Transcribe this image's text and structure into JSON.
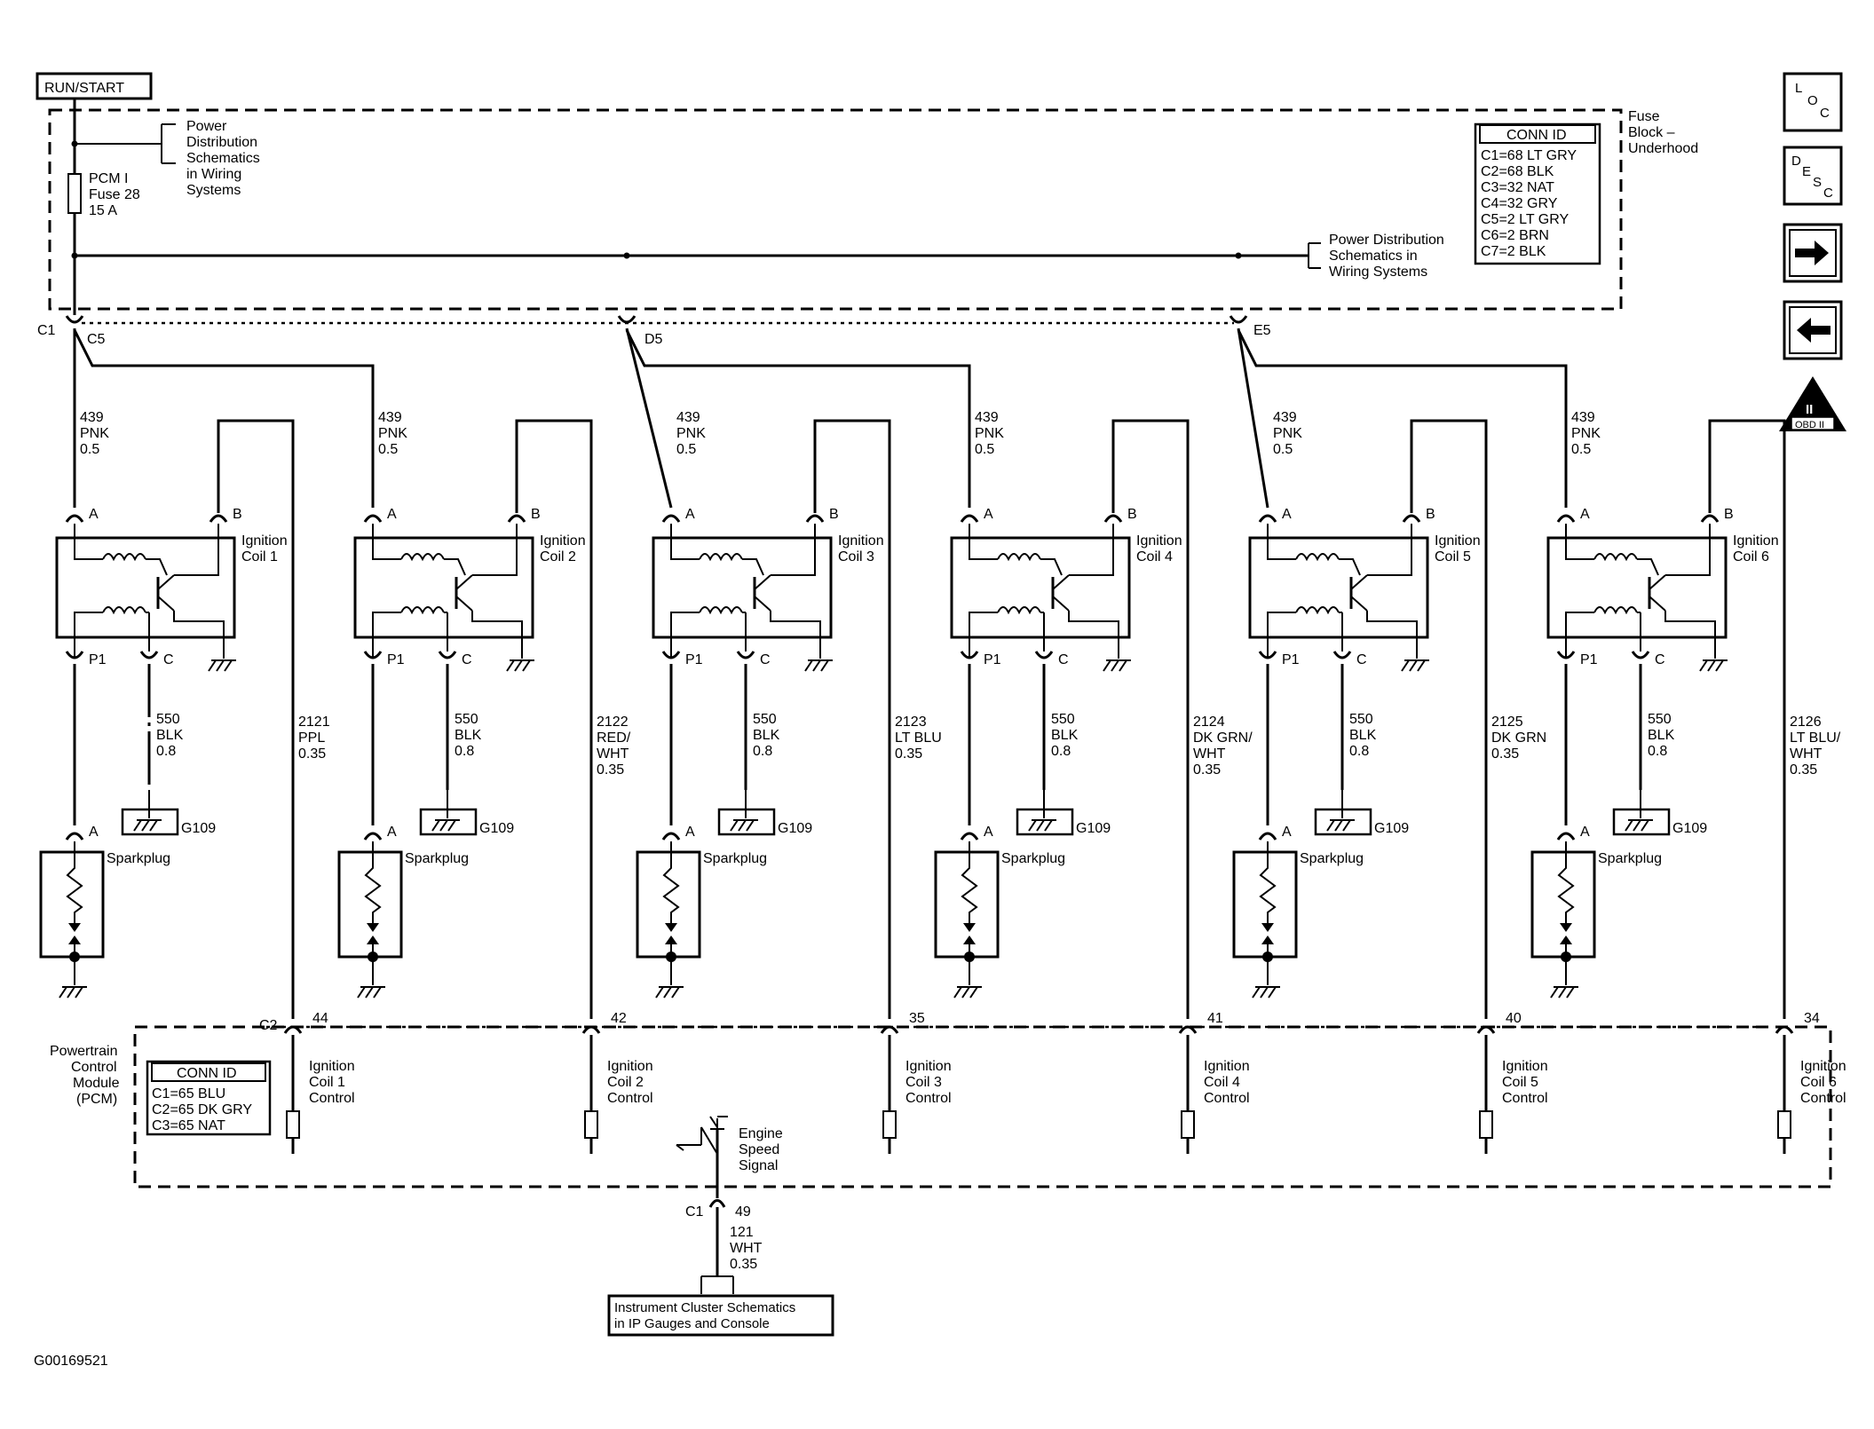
{
  "top": {
    "run_start": "RUN/START",
    "fuse_block_label": [
      "Fuse",
      "Block –",
      "Underhood"
    ],
    "power_dist_top": [
      "Power",
      "Distribution",
      "Schematics",
      "in Wiring",
      "Systems"
    ],
    "power_dist_right": [
      "Power Distribution",
      "Schematics in",
      "Wiring Systems"
    ],
    "fuse_label": [
      "PCM I",
      "Fuse 28",
      "15 A"
    ],
    "conn_id_title": "CONN ID",
    "conn_id_rows": [
      "C1=68 LT GRY",
      "C2=68 BLK",
      "C3=32 NAT",
      "C4=32 GRY",
      "C5=2 LT GRY",
      "C6=2 BRN",
      "C7=2 BLK"
    ],
    "connectors": {
      "c1": "C1",
      "c5": "C5",
      "d5": "D5",
      "e5": "E5"
    }
  },
  "coils": [
    {
      "wire_b": [
        "439",
        "PNK",
        "0.5"
      ],
      "name": [
        "Ignition",
        "Coil 1"
      ],
      "ctrl_wire": [
        "2121",
        "PPL",
        "0.35"
      ],
      "ctrl_pin": "44",
      "ctrl_label": [
        "Ignition",
        "Coil 1",
        "Control"
      ]
    },
    {
      "wire_b": [
        "439",
        "PNK",
        "0.5"
      ],
      "name": [
        "Ignition",
        "Coil 2"
      ],
      "ctrl_wire": [
        "2122",
        "RED/",
        "WHT",
        "0.35"
      ],
      "ctrl_pin": "42",
      "ctrl_label": [
        "Ignition",
        "Coil 2",
        "Control"
      ]
    },
    {
      "wire_b": [
        "439",
        "PNK",
        "0.5"
      ],
      "name": [
        "Ignition",
        "Coil 3"
      ],
      "ctrl_wire": [
        "2123",
        "LT BLU",
        "0.35"
      ],
      "ctrl_pin": "35",
      "ctrl_label": [
        "Ignition",
        "Coil 3",
        "Control"
      ]
    },
    {
      "wire_b": [
        "439",
        "PNK",
        "0.5"
      ],
      "name": [
        "Ignition",
        "Coil 4"
      ],
      "ctrl_wire": [
        "2124",
        "DK GRN/",
        "WHT",
        "0.35"
      ],
      "ctrl_pin": "41",
      "ctrl_label": [
        "Ignition",
        "Coil 4",
        "Control"
      ]
    },
    {
      "wire_b": [
        "439",
        "PNK",
        "0.5"
      ],
      "name": [
        "Ignition",
        "Coil 5"
      ],
      "ctrl_wire": [
        "2125",
        "DK GRN",
        "0.35"
      ],
      "ctrl_pin": "40",
      "ctrl_label": [
        "Ignition",
        "Coil 5",
        "Control"
      ]
    },
    {
      "wire_b": [
        "439",
        "PNK",
        "0.5"
      ],
      "name": [
        "Ignition",
        "Coil 6"
      ],
      "ctrl_wire": [
        "2126",
        "LT BLU/",
        "WHT",
        "0.35"
      ],
      "ctrl_pin": "34",
      "ctrl_label": [
        "Ignition",
        "Coil 6",
        "Control"
      ]
    }
  ],
  "common": {
    "pin_a": "A",
    "pin_b": "B",
    "pin_p1": "P1",
    "pin_c": "C",
    "ground_wire": [
      "550",
      "BLK",
      "0.8"
    ],
    "ground_id": "G109",
    "sparkplug": "Sparkplug"
  },
  "pcm": {
    "label": [
      "Powertrain",
      "Control",
      "Module",
      "(PCM)"
    ],
    "c2": "C2",
    "conn_id_title": "CONN ID",
    "conn_id_rows": [
      "C1=65 BLU",
      "C2=65 DK GRY",
      "C3=65 NAT"
    ],
    "engine_speed": [
      "Engine",
      "Speed",
      "Signal"
    ],
    "c1": "C1",
    "pin_49": "49",
    "wire_121": [
      "121",
      "WHT",
      "0.35"
    ],
    "instrument_cluster": [
      "Instrument Cluster Schematics",
      "in IP Gauges and Console"
    ]
  },
  "figure_id": "G00169521",
  "nav": {
    "loc": [
      "L",
      "O",
      "C"
    ],
    "desc": [
      "D",
      "E",
      "S",
      "C"
    ],
    "forward_icon": "arrow-right",
    "back_icon": "arrow-left",
    "obd": [
      "II",
      "OBD II"
    ]
  }
}
